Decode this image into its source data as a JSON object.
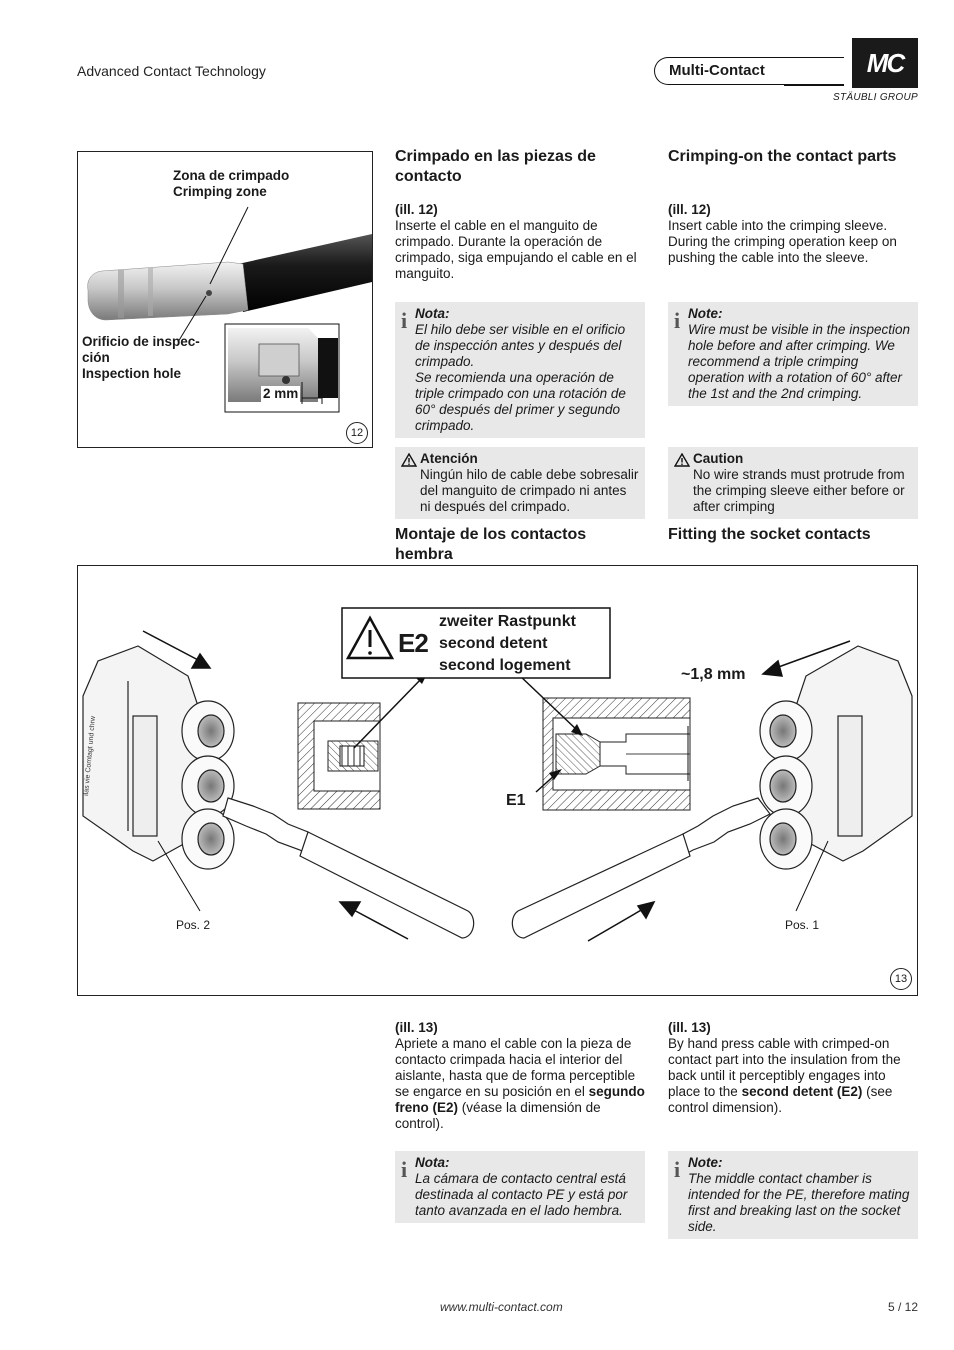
{
  "header": {
    "left_text": "Advanced Contact Technology",
    "brand": "Multi-Contact",
    "logo": "MC",
    "group": "STÄUBLI GROUP"
  },
  "fig12": {
    "label_zone_es": "Zona de crimpado",
    "label_zone_en": "Crimping zone",
    "label_hole_es_1": "Orificio de inspec-",
    "label_hole_es_2": "ción",
    "label_hole_en": "Inspection hole",
    "dimension": "2 mm",
    "number": "12"
  },
  "es": {
    "heading1": "Crimpado en las piezas de contacto",
    "ill12": "(ill. 12)",
    "body1": "Inserte el cable en el manguito de crimpado. Durante la operación de crimpado, siga empujando el cable en el manguito.",
    "note_title": "Nota:",
    "note_text1": "El hilo debe ser visible en el orificio de inspección antes y después del crimpado.",
    "note_text2": "Se recomienda una operación de triple crimpado con una rotación de 60° después del primer y segundo crimpado.",
    "caution_title": "Atención",
    "caution_text": "Ningún hilo de cable debe sobresalir del manguito de crimpado ni antes ni después del crimpado.",
    "heading2": "Montaje de los contactos hembra",
    "ill13": "(ill. 13)",
    "body2_pre": "Apriete a mano el cable con la pieza de contacto crimpada hacia el interior del aislante, hasta que de forma perceptible se engarce en su posición en el",
    "body2_bold": "segundo freno (E2)",
    "body2_post": "(véase la dimensión de control).",
    "note2_title": "Nota:",
    "note2_text": "La cámara de contacto central está destinada al contacto PE y está por tanto avanzada en el lado hembra."
  },
  "en": {
    "heading1": "Crimping-on the contact parts",
    "ill12": "(ill. 12)",
    "body1": "Insert cable into the crimping sleeve. During the crimping operation keep on pushing the cable into the sleeve.",
    "note_title": "Note:",
    "note_text": "Wire must be visible in the inspection hole before and after crimping. We recommend a triple crimping operation with a rotation of 60° after the 1st and the 2nd crimping.",
    "caution_title": "Caution",
    "caution_text": "No wire strands must protrude from the crimping sleeve either before or after crimping",
    "heading2": "Fitting the socket contacts",
    "ill13": "(ill. 13)",
    "body2_pre": "By hand press cable with crimped-on contact part into the insulation from the back until it perceptibly engages into place to the",
    "body2_bold": "second detent (E2)",
    "body2_post": "(see control dimension).",
    "note2_title": "Note:",
    "note2_text": "The middle contact chamber is intended for the PE, therefore mating first and breaking last on the socket side."
  },
  "fig13": {
    "e2_tag": "E2",
    "e2_line1": "zweiter Rastpunkt",
    "e2_line2": "second detent",
    "e2_line3": "second logement",
    "dimension": "~1,8 mm",
    "e1_tag": "E1",
    "pos2": "Pos. 2",
    "pos1": "Pos. 1",
    "number": "13"
  },
  "footer": {
    "url": "www.multi-contact.com",
    "page": "5 / 12"
  }
}
